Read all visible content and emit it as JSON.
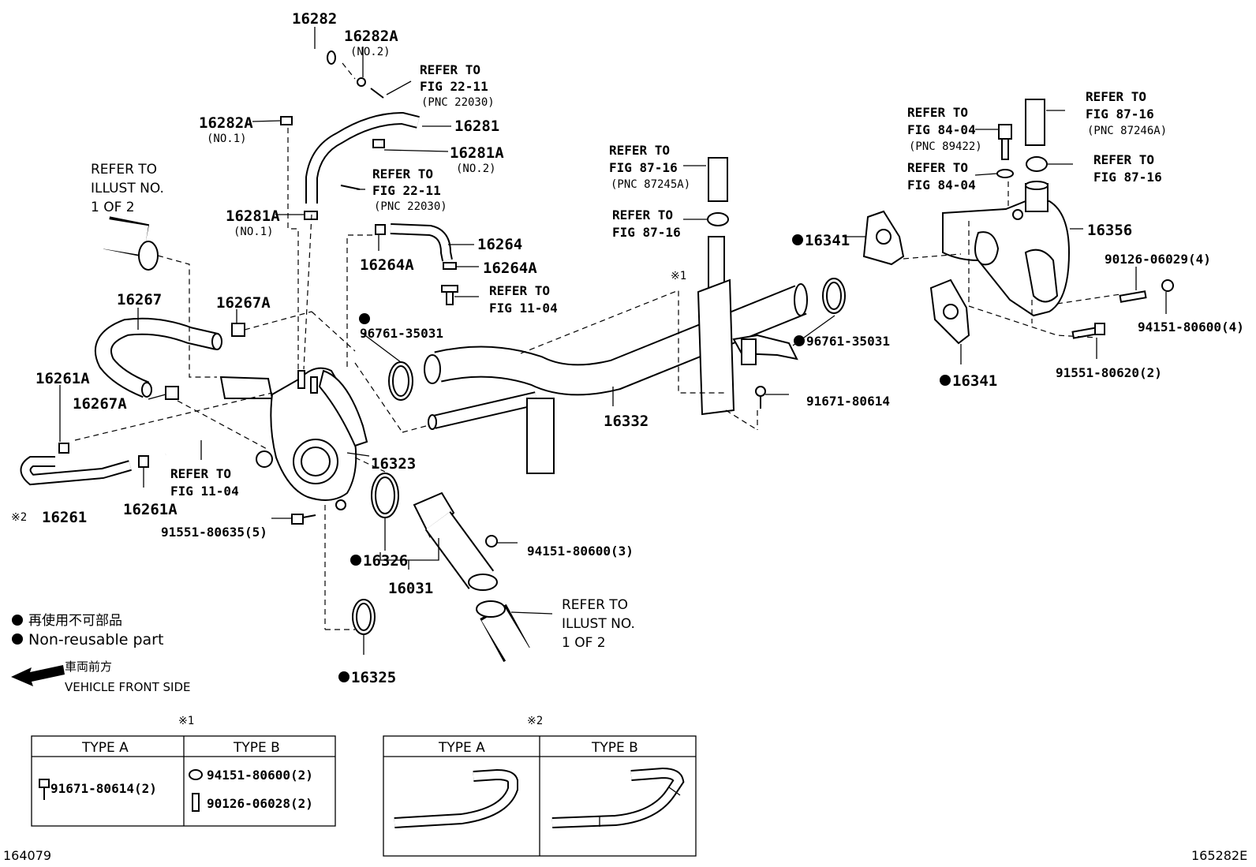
{
  "callouts": {
    "p16282": "16282",
    "p16282a_no2": "16282A",
    "no2_a": "(NO.2)",
    "ref_22_11_a_l1": "REFER TO",
    "ref_22_11_a_l2": "FIG 22-11",
    "ref_22_11_a_l3": "(PNC 22030)",
    "p16282a_no1": "16282A",
    "no1_a": "(NO.1)",
    "p16281": "16281",
    "p16281a_no2": "16281A",
    "no2_b": "(NO.2)",
    "ref_22_11_b_l1": "REFER TO",
    "ref_22_11_b_l2": "FIG 22-11",
    "ref_22_11_b_l3": "(PNC 22030)",
    "p16281a_no1": "16281A",
    "no1_b": "(NO.1)",
    "refer_illust_1_l1": "REFER TO",
    "refer_illust_1_l2": "ILLUST NO.",
    "refer_illust_1_l3": "1 OF 2",
    "p16264": "16264",
    "p16264a_1": "16264A",
    "p16264a_2": "16264A",
    "ref_11_04_a_l1": "REFER TO",
    "ref_11_04_a_l2": "FIG 11-04",
    "p16267": "16267",
    "p16267a_1": "16267A",
    "p16267a_2": "16267A",
    "p16261a_1": "16261A",
    "p96761_1": "96761-35031",
    "ref_87_16_a_l1": "REFER TO",
    "ref_87_16_a_l2": "FIG 87-16",
    "ref_87_16_a_l3": "(PNC 87245A)",
    "ref_87_16_b_l1": "REFER TO",
    "ref_87_16_b_l2": "FIG 87-16",
    "mark1_top": "※1",
    "p16341_1": "16341",
    "p16356": "16356",
    "ref_84_04_a_l1": "REFER TO",
    "ref_84_04_a_l2": "FIG 84-04",
    "ref_84_04_a_l3": "(PNC 89422)",
    "ref_84_04_b_l1": "REFER TO",
    "ref_84_04_b_l2": "FIG 84-04",
    "ref_87_16_c_l1": "REFER TO",
    "ref_87_16_c_l2": "FIG 87-16",
    "ref_87_16_c_l3": "(PNC 87246A)",
    "ref_87_16_d_l1": "REFER TO",
    "ref_87_16_d_l2": "FIG 87-16",
    "p90126_4": "90126-06029(4)",
    "p94151_4": "94151-80600(4)",
    "p91551_2": "91551-80620(2)",
    "p16341_2": "16341",
    "p96761_2": "96761-35031",
    "p91671": "91671-80614",
    "p16332": "16332",
    "p16323": "16323",
    "ref_11_04_b_l1": "REFER TO",
    "ref_11_04_b_l2": "FIG 11-04",
    "mark2_left": "※2",
    "p16261": "16261",
    "p16261a_2": "16261A",
    "p91551_5": "91551-80635(5)",
    "p94151_3": "94151-80600(3)",
    "p16326": "16326",
    "p16031": "16031",
    "refer_illust_2_l1": "REFER TO",
    "refer_illust_2_l2": "ILLUST NO.",
    "refer_illust_2_l3": "1 OF 2",
    "p16325": "16325"
  },
  "legend": {
    "nonreusable_jp": "再使用不可部品",
    "nonreusable_en": "Non-reusable part",
    "front_jp": "車両前方",
    "front_en": "VEHICLE FRONT SIDE"
  },
  "table1": {
    "mark": "※1",
    "type_a": "TYPE A",
    "type_b": "TYPE B",
    "a_part": "91671-80614(2)",
    "b_part1": "94151-80600(2)",
    "b_part2": "90126-06028(2)"
  },
  "table2": {
    "mark": "※2",
    "type_a": "TYPE A",
    "type_b": "TYPE B"
  },
  "footer": {
    "left_id": "164079",
    "right_id": "165282E"
  }
}
